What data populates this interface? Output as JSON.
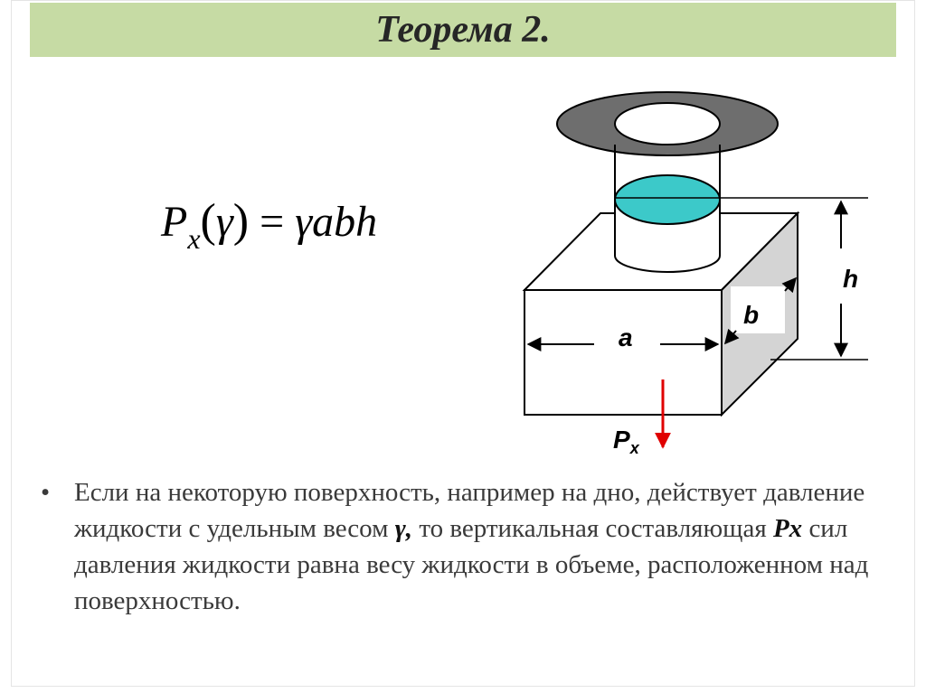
{
  "slide": {
    "title": "Теорема 2."
  },
  "formula": {
    "P": "P",
    "sub": "x",
    "lparen": "(",
    "gamma": "γ",
    "rparen": ")",
    "eq": " = ",
    "rhs": "γabh"
  },
  "diagram": {
    "label_a": "a",
    "label_b": "b",
    "label_h": "h",
    "label_P": "P",
    "label_P_sub": "x",
    "colors": {
      "flange": "#6e6e6e",
      "liquid": "#3cc9c9",
      "side": "#d4d4d4",
      "arrow_force": "#e00000"
    }
  },
  "bullet": {
    "marker": "•",
    "text_1": "Если на некоторую поверхность, например на дно, действует давление жидкости с удельным весом ",
    "gamma": "γ,",
    "text_2": " то вертикальная составляющая ",
    "px": "Px",
    "text_3": " сил давления жидкости равна весу жидкости в объеме, расположенном над поверхностью."
  }
}
